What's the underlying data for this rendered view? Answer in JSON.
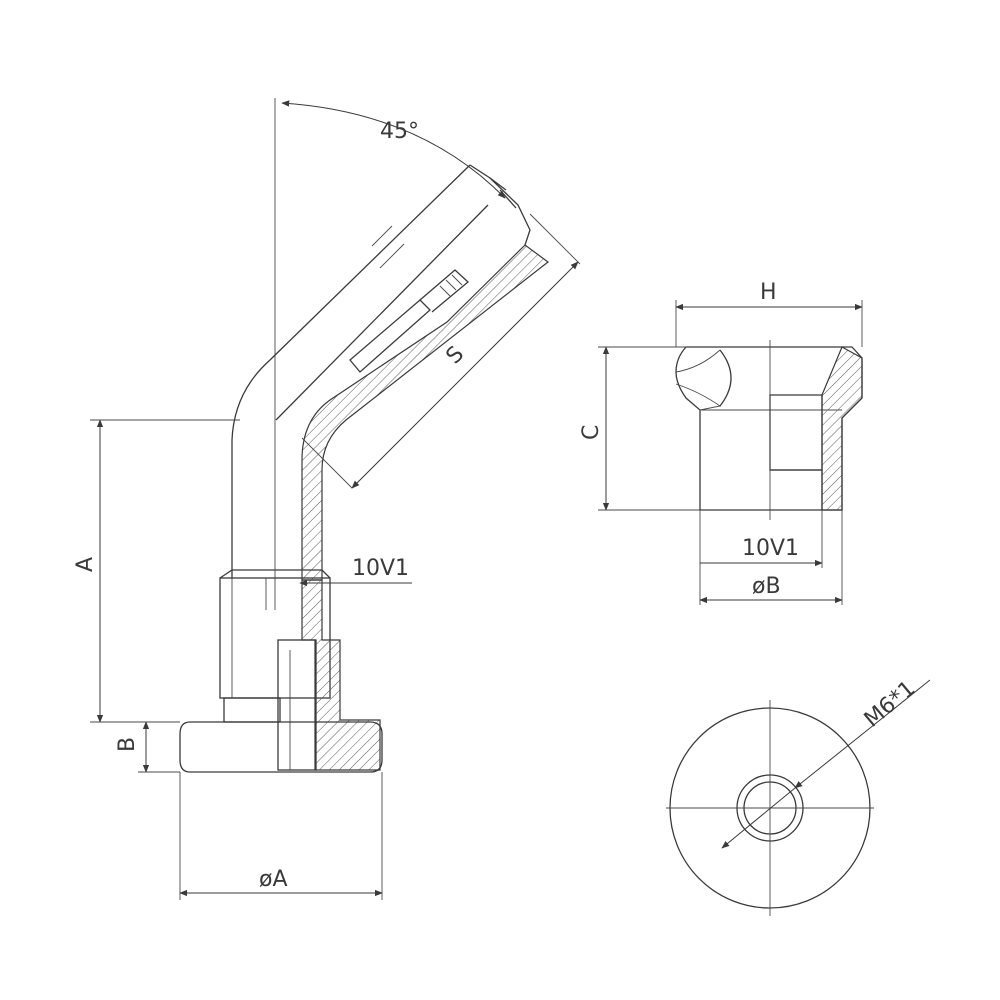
{
  "labels": {
    "angle": "45°",
    "s": "S",
    "a": "A",
    "b": "B",
    "dia_a": "øA",
    "thread_main": "10V1",
    "h": "H",
    "c": "C",
    "thread_cap": "10V1",
    "dia_b": "øB",
    "m6": "M6*1"
  },
  "colors": {
    "line": "#3a3a3a",
    "background": "#ffffff"
  }
}
